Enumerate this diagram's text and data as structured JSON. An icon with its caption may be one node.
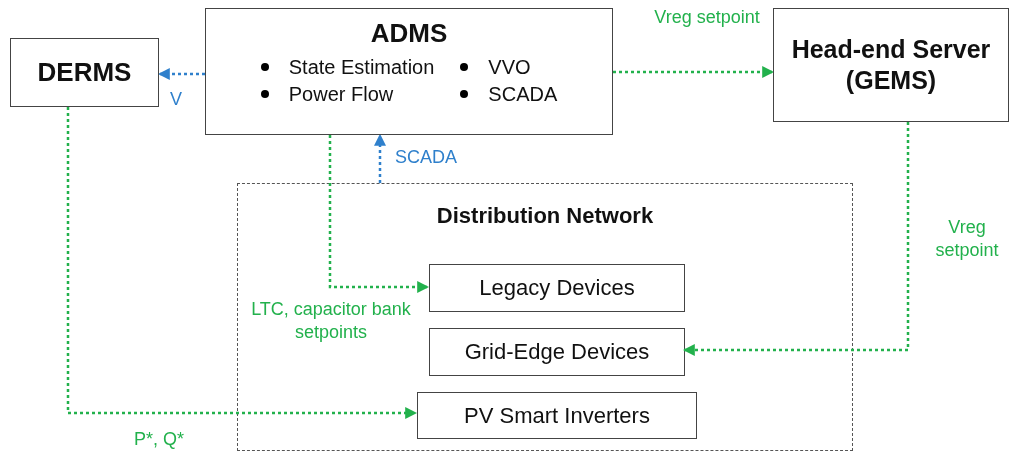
{
  "diagram": {
    "nodes": [
      {
        "text": [
          "DERMS"
        ]
      },
      {
        "text": [
          "ADMS",
          "State Estimation",
          "Power Flow",
          "VVO",
          "SCADA"
        ]
      },
      {
        "text": [
          "Head-end Server (GEMS)"
        ]
      },
      {
        "text": [
          "Distribution Network"
        ]
      },
      {
        "text": [
          "Legacy Devices"
        ],
        "in": 3
      },
      {
        "text": [
          "Grid-Edge Devices"
        ],
        "in": 3
      },
      {
        "text": [
          "PV Smart Inverters"
        ],
        "in": 3
      }
    ],
    "edges": [
      {
        "from": 1,
        "to": 0,
        "arrow": "to",
        "label": "V",
        "style": "dashed",
        "color": "#2f80cc"
      },
      {
        "from": 3,
        "to": 1,
        "arrow": "to",
        "label": "SCADA",
        "style": "dashed",
        "color": "#2f80cc"
      },
      {
        "from": 1,
        "to": 2,
        "arrow": "to",
        "label": "Vreg setpoint",
        "style": "dashed"
      },
      {
        "from": 1,
        "to": 4,
        "arrow": "to",
        "label": "LTC, capacitor bank setpoints",
        "style": "dashed"
      },
      {
        "from": 2,
        "to": 5,
        "arrow": "to",
        "label": "Vreg setpoint",
        "style": "dashed"
      },
      {
        "from": 0,
        "to": 6,
        "arrow": "to",
        "label": "P*, Q*",
        "style": "dashed"
      }
    ]
  }
}
